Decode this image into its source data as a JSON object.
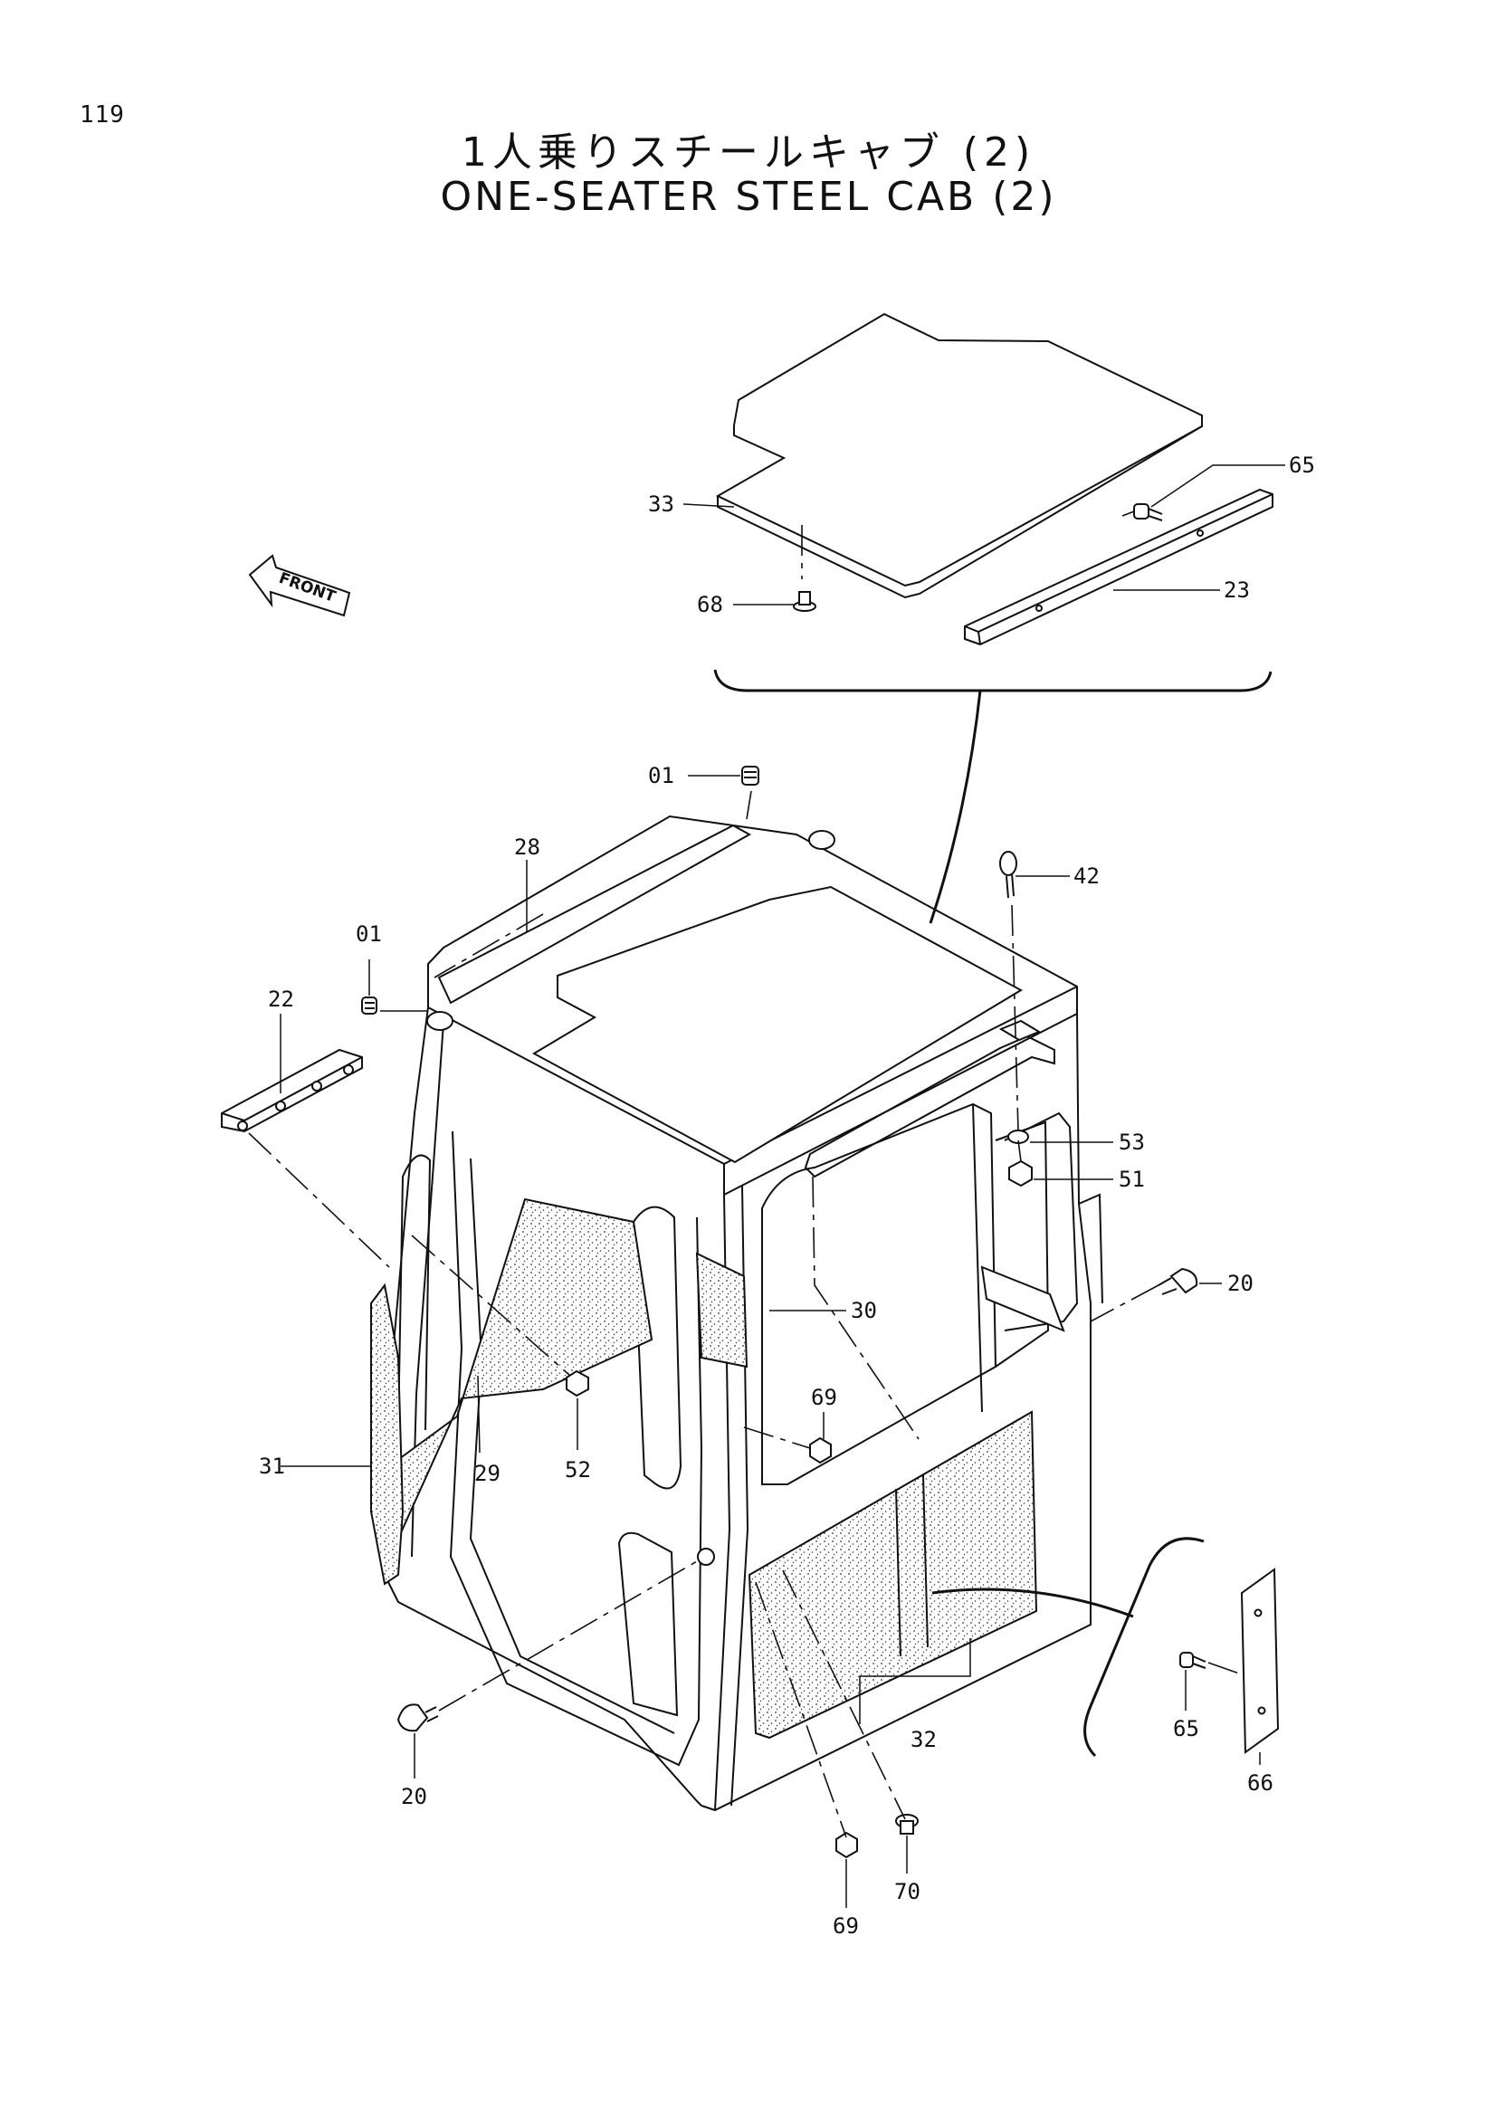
{
  "page": {
    "number": "119"
  },
  "title": {
    "japanese": "1人乗りスチールキャブ (2)",
    "english": "ONE-SEATER STEEL CAB (2)"
  },
  "direction_indicator": {
    "label": "FRONT"
  },
  "callouts": {
    "c33": "33",
    "c65_top": "65",
    "c68": "68",
    "c23": "23",
    "c01_top": "01",
    "c28": "28",
    "c42": "42",
    "c01_left": "01",
    "c22": "22",
    "c53": "53",
    "c51": "51",
    "c30": "30",
    "c20_right": "20",
    "c69_mid": "69",
    "c31": "31",
    "c29": "29",
    "c52": "52",
    "c32": "32",
    "c65_right": "65",
    "c66": "66",
    "c20_left": "20",
    "c70": "70",
    "c69_bottom": "69"
  }
}
